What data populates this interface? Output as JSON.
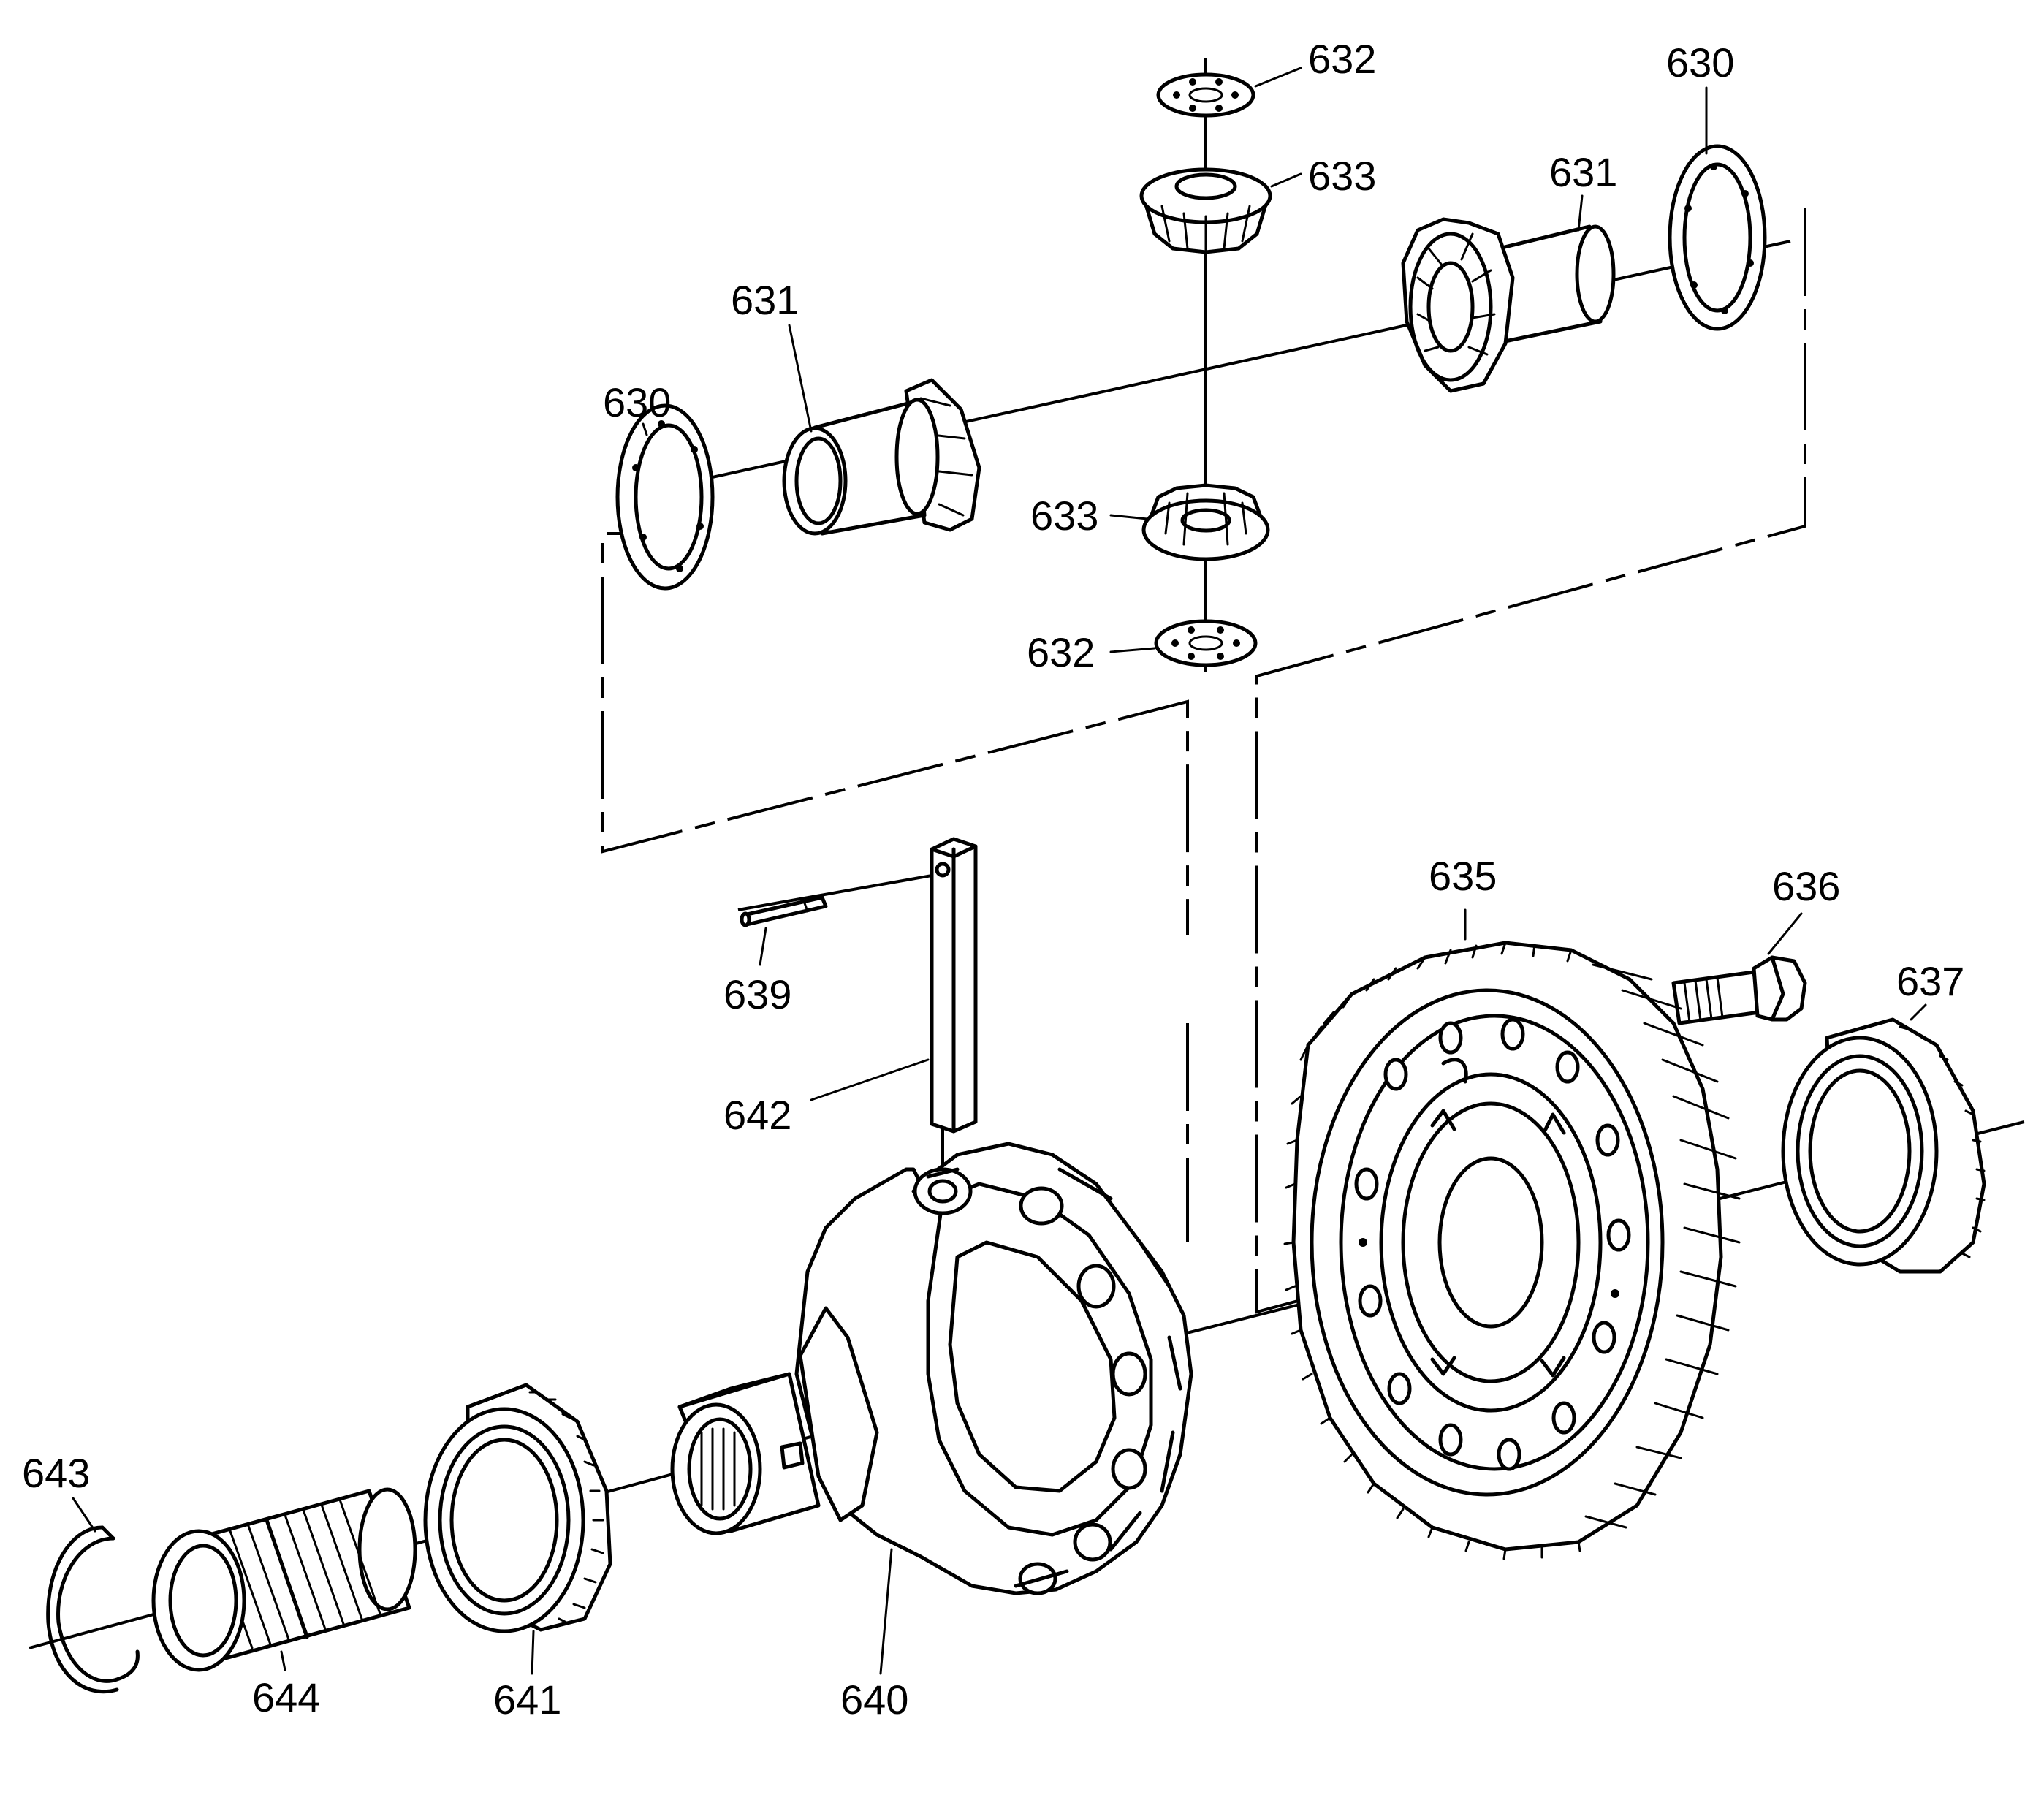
{
  "callouts": [
    {
      "id": "c632a",
      "text": "632"
    },
    {
      "id": "c630a",
      "text": "630"
    },
    {
      "id": "c633a",
      "text": "633"
    },
    {
      "id": "c631a",
      "text": "631"
    },
    {
      "id": "c631b",
      "text": "631"
    },
    {
      "id": "c630b",
      "text": "630"
    },
    {
      "id": "c633b",
      "text": "633"
    },
    {
      "id": "c632b",
      "text": "632"
    },
    {
      "id": "c635",
      "text": "635"
    },
    {
      "id": "c636",
      "text": "636"
    },
    {
      "id": "c637",
      "text": "637"
    },
    {
      "id": "c639",
      "text": "639"
    },
    {
      "id": "c642",
      "text": "642"
    },
    {
      "id": "c643",
      "text": "643"
    },
    {
      "id": "c644",
      "text": "644"
    },
    {
      "id": "c641",
      "text": "641"
    },
    {
      "id": "c640",
      "text": "640"
    }
  ]
}
